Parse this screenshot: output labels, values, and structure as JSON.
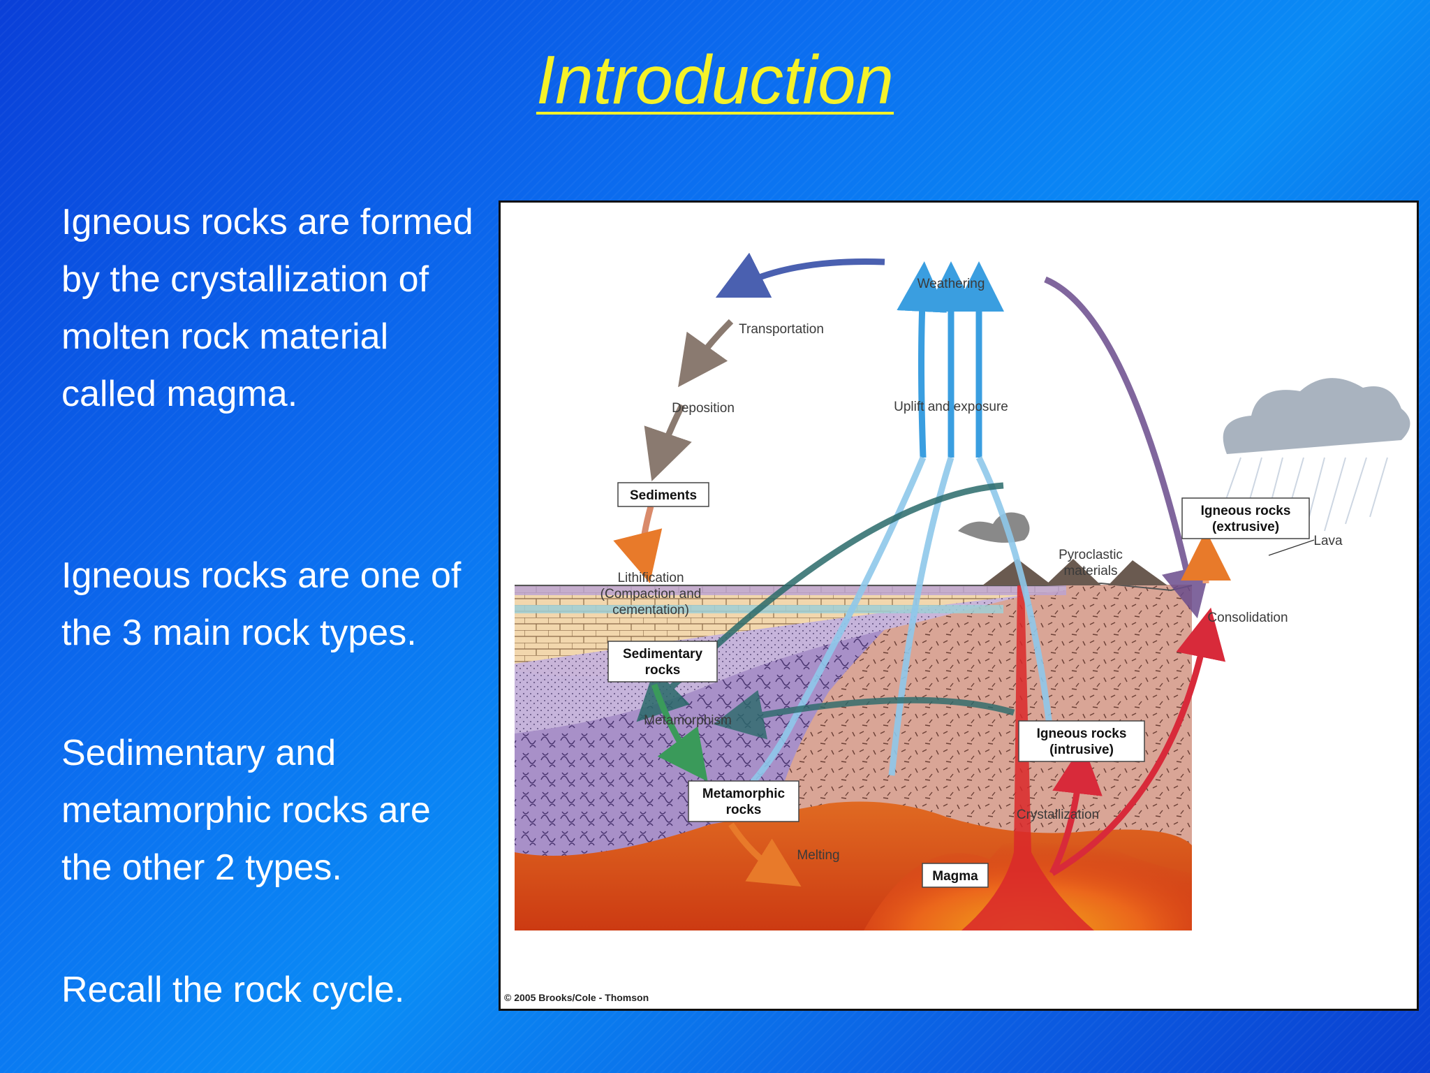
{
  "slide": {
    "title": "Introduction",
    "paragraphs": [
      "Igneous rocks are formed by the crystallization of molten rock material called magma.",
      "Igneous rocks are one of the 3 main rock types.",
      "Sedimentary and metamorphic rocks are the other 2 types.",
      "Recall the rock cycle."
    ]
  },
  "diagram": {
    "labels": {
      "weathering": "Weathering",
      "transportation": "Transportation",
      "deposition": "Deposition",
      "uplift": "Uplift and exposure",
      "sediments": "Sediments",
      "lithification_1": "Lithification",
      "lithification_2": "(Compaction and",
      "lithification_3": "cementation)",
      "sedimentary_1": "Sedimentary",
      "sedimentary_2": "rocks",
      "metamorphism": "Metamorphism",
      "metamorphic_1": "Metamorphic",
      "metamorphic_2": "rocks",
      "melting": "Melting",
      "magma": "Magma",
      "crystallization": "Crystallization",
      "intrusive_1": "Igneous rocks",
      "intrusive_2": "(intrusive)",
      "extrusive_1": "Igneous rocks",
      "extrusive_2": "(extrusive)",
      "pyroclastic_1": "Pyroclastic",
      "pyroclastic_2": "materials",
      "lava": "Lava",
      "consolidation": "Consolidation",
      "copyright": "© 2005 Brooks/Cole - Thomson"
    }
  }
}
